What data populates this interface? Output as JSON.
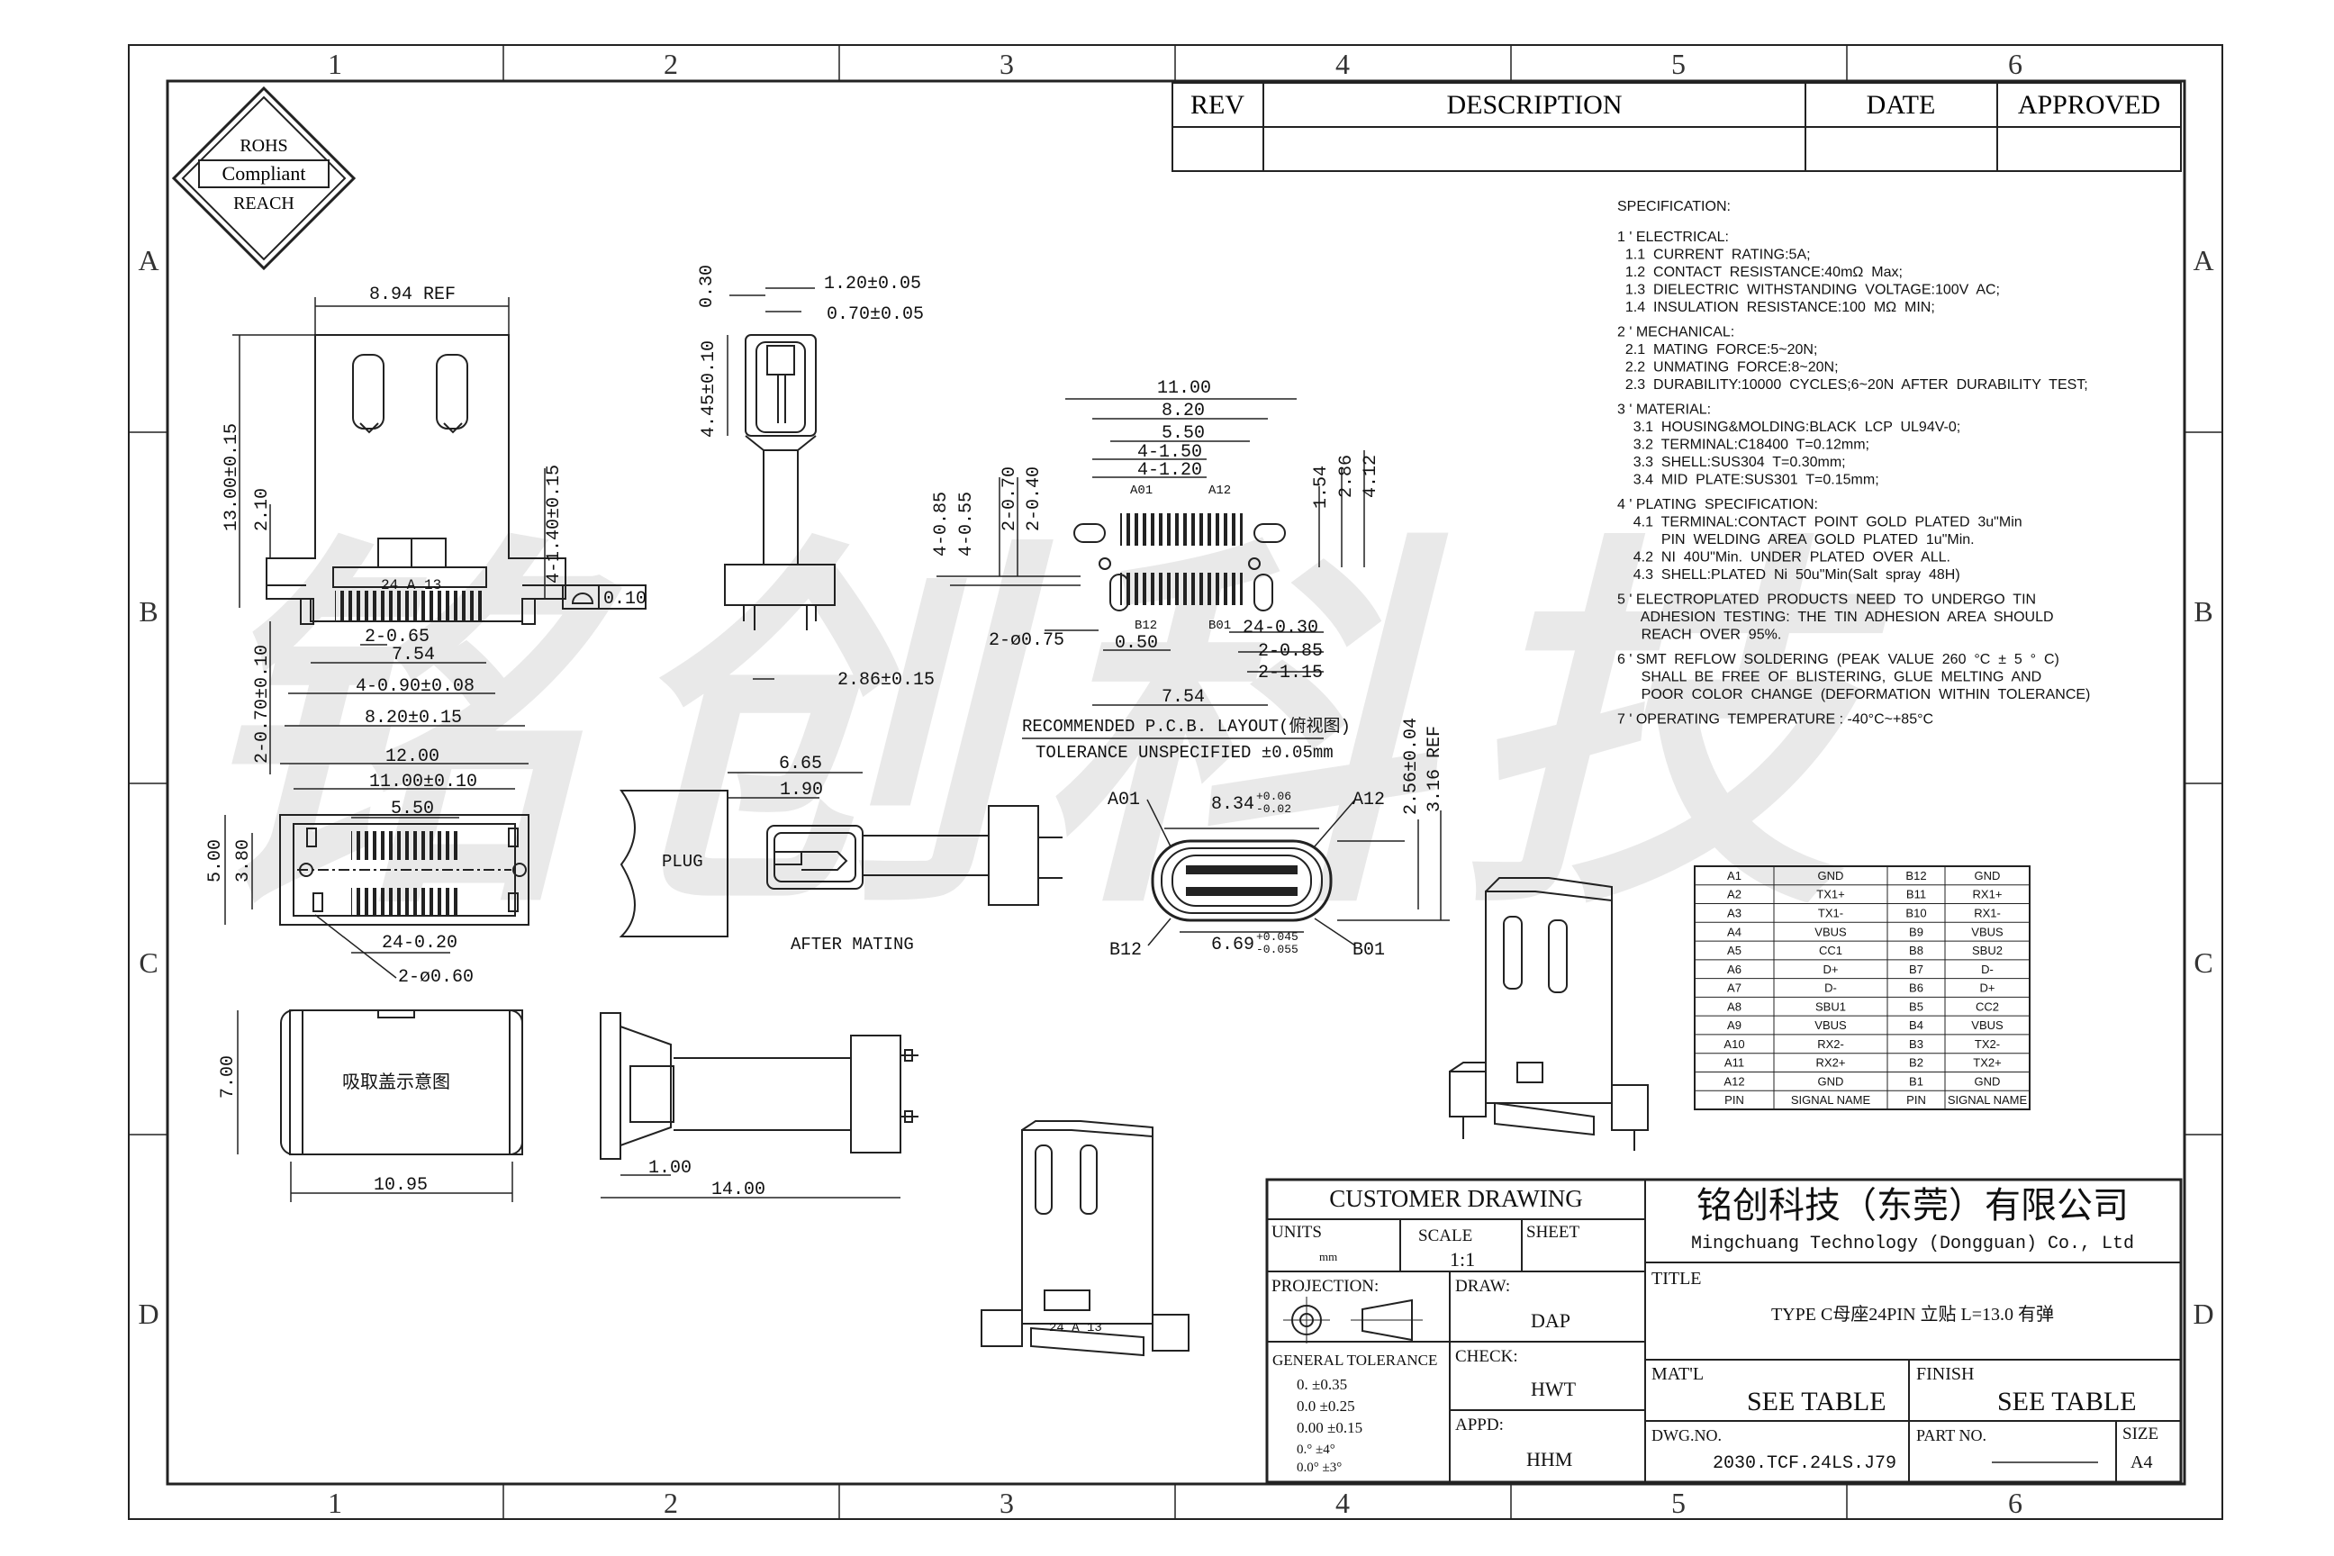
{
  "frame": {
    "columns": [
      "1",
      "2",
      "3",
      "4",
      "5",
      "6"
    ],
    "rows": [
      "A",
      "B",
      "C",
      "D"
    ]
  },
  "rohs": {
    "line1": "ROHS",
    "line2": "Compliant",
    "line3": "REACH"
  },
  "revision_table": {
    "rev": "REV",
    "description": "DESCRIPTION",
    "date": "DATE",
    "approved": "APPROVED"
  },
  "watermark": "铭创科技",
  "specification": {
    "heading": "SPECIFICATION:",
    "lines": [
      "1 ' ELECTRICAL:",
      "  1.1  CURRENT  RATING:5A;",
      "  1.2  CONTACT  RESISTANCE:40mΩ  Max;",
      "  1.3  DIELECTRIC  WITHSTANDING  VOLTAGE:100V  AC;",
      "  1.4  INSULATION  RESISTANCE:100  MΩ  MIN;",
      "",
      "2 ' MECHANICAL:",
      "  2.1  MATING  FORCE:5~20N;",
      "  2.2  UNMATING  FORCE:8~20N;",
      "  2.3  DURABILITY:10000  CYCLES;6~20N  AFTER  DURABILITY  TEST;",
      "",
      "3 ' MATERIAL:",
      "    3.1  HOUSING&MOLDING:BLACK  LCP  UL94V-0;",
      "    3.2  TERMINAL:C18400  T=0.12mm;",
      "    3.3  SHELL:SUS304  T=0.30mm;",
      "    3.4  MID  PLATE:SUS301  T=0.15mm;",
      "",
      "4 ' PLATING  SPECIFICATION:",
      "    4.1  TERMINAL:CONTACT  POINT  GOLD  PLATED  3u\"Min",
      "           PIN  WELDING  AREA  GOLD  PLATED  1u\"Min.",
      "    4.2  NI  40U\"Min.  UNDER  PLATED  OVER  ALL.",
      "    4.3  SHELL:PLATED  Ni  50u\"Min(Salt  spray  48H)",
      "",
      "5 ' ELECTROPLATED  PRODUCTS  NEED  TO  UNDERGO  TIN",
      "      ADHESION  TESTING:  THE  TIN  ADHESION  AREA  SHOULD",
      "      REACH  OVER  95%.",
      "",
      "6 ' SMT  REFLOW  SOLDERING  (PEAK  VALUE  260  °C  ±  5  °  C)",
      "      SHALL  BE  FREE  OF  BLISTERING,  GLUE  MELTING  AND",
      "      POOR  COLOR  CHANGE  (DEFORMATION  WITHIN  TOLERANCE)",
      "",
      "7 ' OPERATING  TEMPERATURE : -40°C~+85°C"
    ]
  },
  "pin_table": {
    "rows": [
      [
        "A1",
        "GND",
        "B12",
        "GND"
      ],
      [
        "A2",
        "TX1+",
        "B11",
        "RX1+"
      ],
      [
        "A3",
        "TX1-",
        "B10",
        "RX1-"
      ],
      [
        "A4",
        "VBUS",
        "B9",
        "VBUS"
      ],
      [
        "A5",
        "CC1",
        "B8",
        "SBU2"
      ],
      [
        "A6",
        "D+",
        "B7",
        "D-"
      ],
      [
        "A7",
        "D-",
        "B6",
        "D+"
      ],
      [
        "A8",
        "SBU1",
        "B5",
        "CC2"
      ],
      [
        "A9",
        "VBUS",
        "B4",
        "VBUS"
      ],
      [
        "A10",
        "RX2-",
        "B3",
        "TX2-"
      ],
      [
        "A11",
        "RX2+",
        "B2",
        "TX2+"
      ],
      [
        "A12",
        "GND",
        "B1",
        "GND"
      ],
      [
        "PIN",
        "SIGNAL NAME",
        "PIN",
        "SIGNAL NAME"
      ]
    ]
  },
  "dims": {
    "d894": "8.94 REF",
    "d1300": "13.00±0.15",
    "d210": "2.10",
    "d140": "4-1.40±0.15",
    "d010": "0.10",
    "chip": "24  A  13",
    "d265": "2-0.65",
    "d754a": "7.54",
    "d090": "4-0.90±0.08",
    "d820": "8.20±0.15",
    "d070": "2-0.70±0.10",
    "d030": "0.30",
    "d120": "1.20±0.05",
    "d0705": "0.70±0.05",
    "d445": "4.45±0.10",
    "d286": "2.86±0.15",
    "p1100": "11.00",
    "p820": "8.20",
    "p550": "5.50",
    "p150": "4-1.50",
    "p120": "4-1.20",
    "pA01": "A01",
    "pA12": "A12",
    "p085": "4-0.85",
    "p055": "4-0.55",
    "p270": "2-0.70",
    "p240": "2-0.40",
    "p154": "1.54",
    "p286": "2.86",
    "p412": "4.12",
    "pB12": "B12",
    "pB01": "B01",
    "p075": "2-ø0.75",
    "p050": "0.50",
    "p2430": "24-0.30",
    "p2085": "2-0.85",
    "p2115": "2-1.15",
    "p754": "7.54",
    "pcb_title": "RECOMMENDED  P.C.B. LAYOUT(俯视图)",
    "pcb_tol": "TOLERANCE  UNSPECIFIED  ±0.05mm",
    "b1200": "12.00",
    "b1100": "11.00±0.10",
    "b550": "5.50",
    "b500": "5.00",
    "b380": "3.80",
    "b2420": "24-0.20",
    "b060": "2-ø0.60",
    "m665": "6.65",
    "m190": "1.90",
    "plug": "PLUG",
    "after": "AFTER  MATING",
    "fA01": "A01",
    "fA12": "A12",
    "f834": "8.34",
    "f834t": "+0.06",
    "f834b": "-0.02",
    "f256": "2.56±0.04",
    "f316": "3.16 REF",
    "fB12": "B12",
    "fB01": "B01",
    "f669": "6.69",
    "f669t": "+0.045",
    "f669b": "-0.055",
    "s700": "7.00",
    "s1095": "10.95",
    "s_label": "吸取盖示意图",
    "s100": "1.00",
    "s1400": "14.00"
  },
  "title_block": {
    "customer_drawing": "CUSTOMER  DRAWING",
    "units_label": "UNITS",
    "units_value": "mm",
    "scale_label": "SCALE",
    "scale_value": "1:1",
    "sheet_label": "SHEET",
    "projection_label": "PROJECTION:",
    "draw_label": "DRAW:",
    "draw_value": "DAP",
    "check_label": "CHECK:",
    "check_value": "HWT",
    "appd_label": "APPD:",
    "appd_value": "HHM",
    "tol_label": "GENERAL  TOLERANCE",
    "tol_lines": [
      "0.    ±0.35",
      "0.0   ±0.25",
      "0.00  ±0.15",
      "0.°   ±4°",
      "0.0°  ±3°"
    ],
    "company_cn": "铭创科技（东莞）有限公司",
    "company_en": "Mingchuang Technology (Dongguan) Co., Ltd",
    "title_label": "TITLE",
    "title_value": "TYPE C母座24PIN 立贴 L=13.0 有弹",
    "matl_label": "MAT'L",
    "matl_value": "SEE TABLE",
    "finish_label": "FINISH",
    "finish_value": "SEE TABLE",
    "dwg_label": "DWG.NO.",
    "dwg_value": "2030.TCF.24LS.J79",
    "part_label": "PART NO.",
    "size_label": "SIZE",
    "size_value": "A4"
  }
}
